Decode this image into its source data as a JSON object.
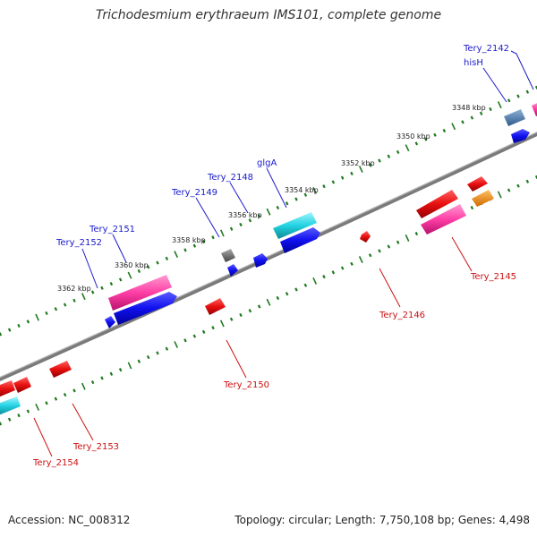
{
  "title": "Trichodesmium erythraeum IMS101, complete genome",
  "accession": "Accession: NC_008312",
  "summary": "Topology: circular; Length: 7,750,108 bp; Genes: 4,498",
  "tick_labels": [
    "3348 kbp",
    "3350 kbp",
    "3352 kbp",
    "3354 kbp",
    "3356 kbp",
    "3358 kbp",
    "3360 kbp",
    "3362 kbp"
  ],
  "outer_genes": {
    "tery_2142": "Tery_2142",
    "hisH": "hisH",
    "glgA": "glgA",
    "tery_2148": "Tery_2148",
    "tery_2149": "Tery_2149",
    "tery_2151": "Tery_2151",
    "tery_2152": "Tery_2152"
  },
  "inner_genes": {
    "tery_2145": "Tery_2145",
    "tery_2146": "Tery_2146",
    "tery_2150": "Tery_2150",
    "tery_2153": "Tery_2153",
    "tery_2154": "Tery_2154"
  },
  "colors": {
    "forward_label": "#1a1acc",
    "reverse_label": "#cc1111",
    "tick": "#1f7a1f",
    "backbone": "#777777"
  }
}
